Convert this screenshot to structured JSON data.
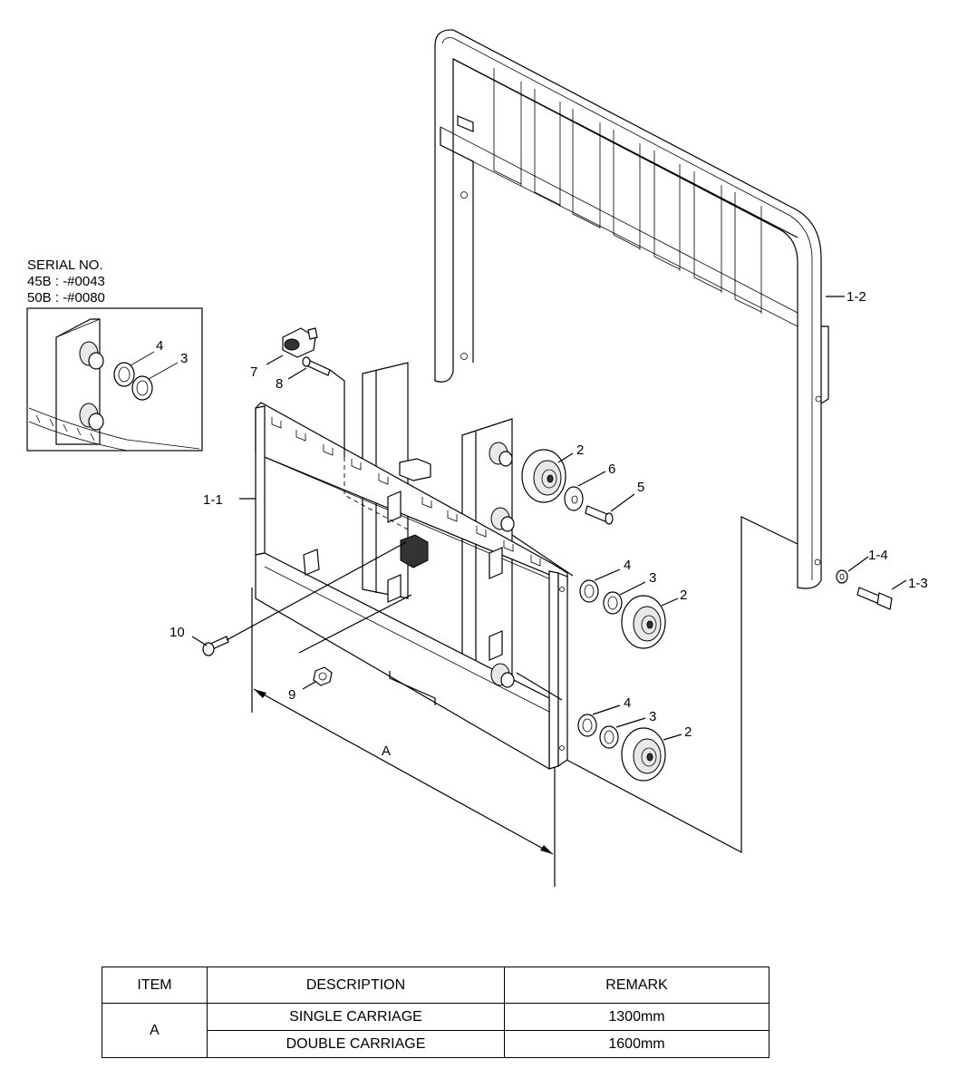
{
  "serial_note": {
    "title": "SERIAL NO.",
    "line_45b": "45B : -#0043",
    "line_50b": "50B : -#0080"
  },
  "callouts": {
    "c1_1": "1-1",
    "c1_2": "1-2",
    "c1_3": "1-3",
    "c1_4": "1-4",
    "c2a": "2",
    "c2b": "2",
    "c2c": "2",
    "c3a": "3",
    "c3b": "3",
    "c3c": "3",
    "c4a": "4",
    "c4b": "4",
    "c4c": "4",
    "c5": "5",
    "c6": "6",
    "c7": "7",
    "c8": "8",
    "c9": "9",
    "c10": "10",
    "dim_a": "A"
  },
  "table": {
    "headers": [
      "ITEM",
      "DESCRIPTION",
      "REMARK"
    ],
    "item": "A",
    "rows": [
      {
        "description": "SINGLE CARRIAGE",
        "remark": "1300mm"
      },
      {
        "description": "DOUBLE CARRIAGE",
        "remark": "1600mm"
      }
    ]
  }
}
